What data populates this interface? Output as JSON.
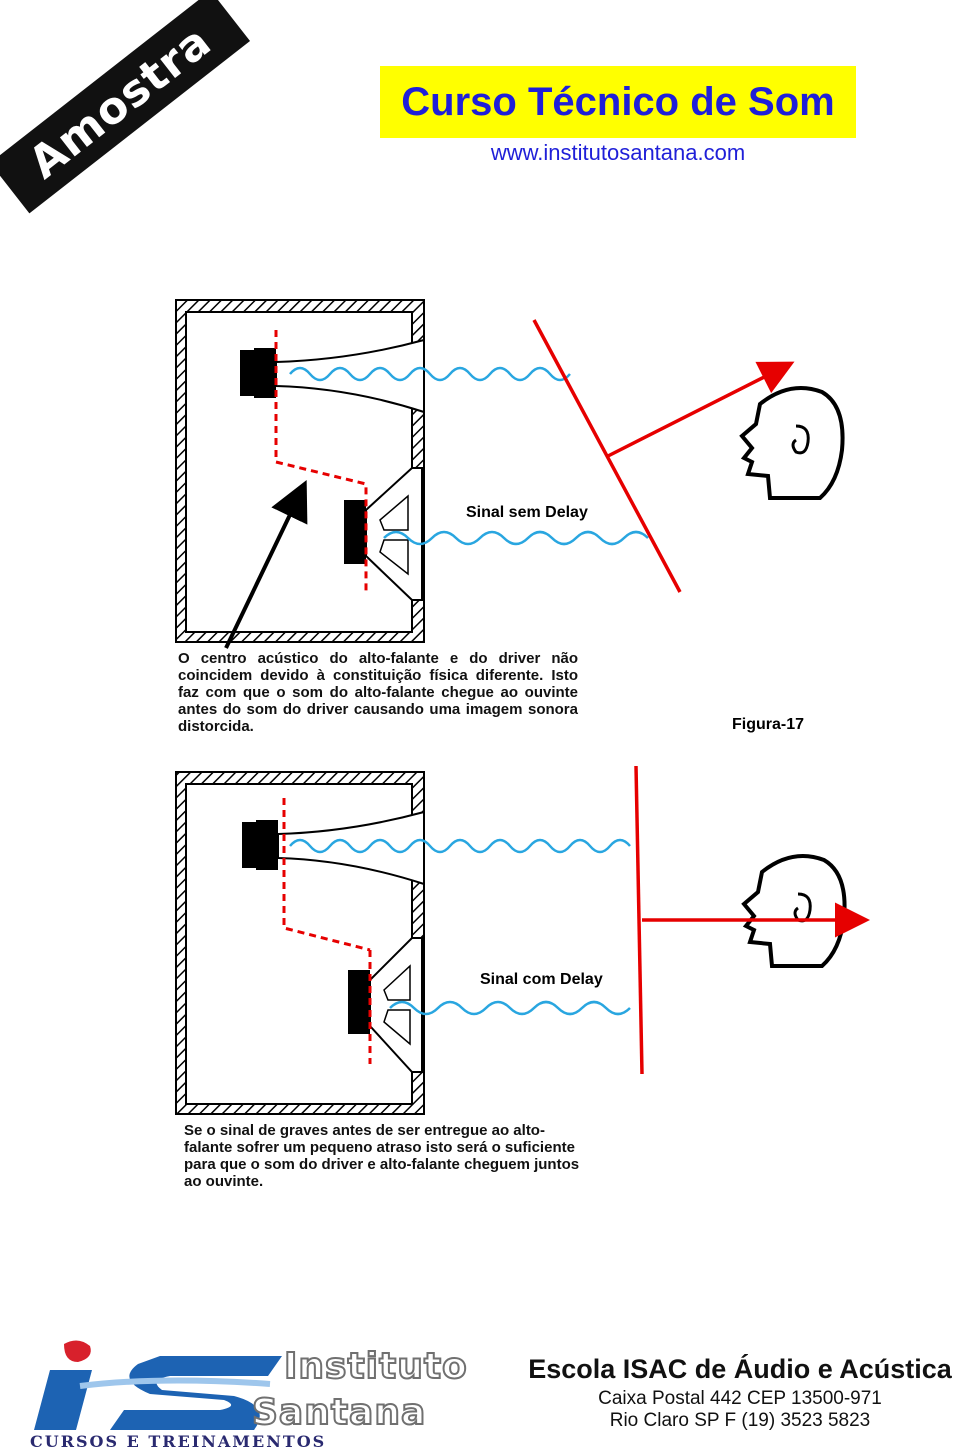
{
  "stamp": "Amostra",
  "header": {
    "title": "Curso Técnico de Som",
    "url": "www.institutosantana.com"
  },
  "figure": {
    "diagram1_label": "Sinal sem Delay",
    "diagram1_caption": "O centro acústico do alto-falante e do driver não coincidem devido à constituição física diferente. Isto faz com que o som do alto-falante chegue ao ouvinte antes do som do driver causando uma imagem sonora distorcida.",
    "figure_label": "Figura-17",
    "diagram2_label": "Sinal com Delay",
    "diagram2_caption": "Se o sinal de graves antes de ser entregue ao alto-falante sofrer um pequeno atraso isto será o suficiente para que o som do driver e alto-falante cheguem juntos ao ouvinte.",
    "colors": {
      "signal_wave": "#29a6e0",
      "wavefront": "#e60000",
      "title_bg": "#ffff00",
      "title_text": "#1f1fd8"
    }
  },
  "footer": {
    "logo_letters": "iS",
    "logo_line1": "Instituto",
    "logo_line2": "Santana",
    "logo_tagline": "CURSOS E TREINAMENTOS",
    "school": "Escola ISAC de Áudio e Acústica",
    "address1": "Caixa Postal  442 CEP 13500-971",
    "address2": "Rio Claro SP  F (19) 3523 5823"
  }
}
